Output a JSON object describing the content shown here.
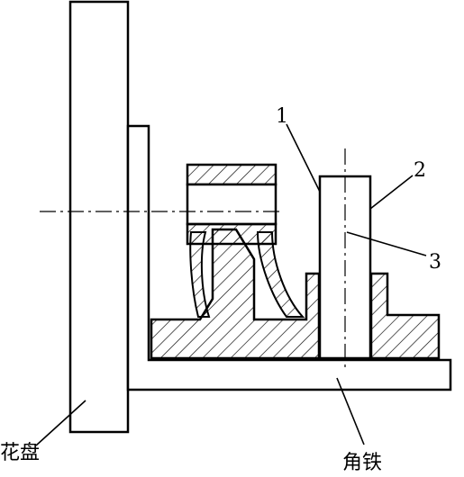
{
  "labels": {
    "faceplate": "花盘",
    "angle_iron": "角铁",
    "callout_1": "1",
    "callout_2": "2",
    "callout_3": "3"
  }
}
